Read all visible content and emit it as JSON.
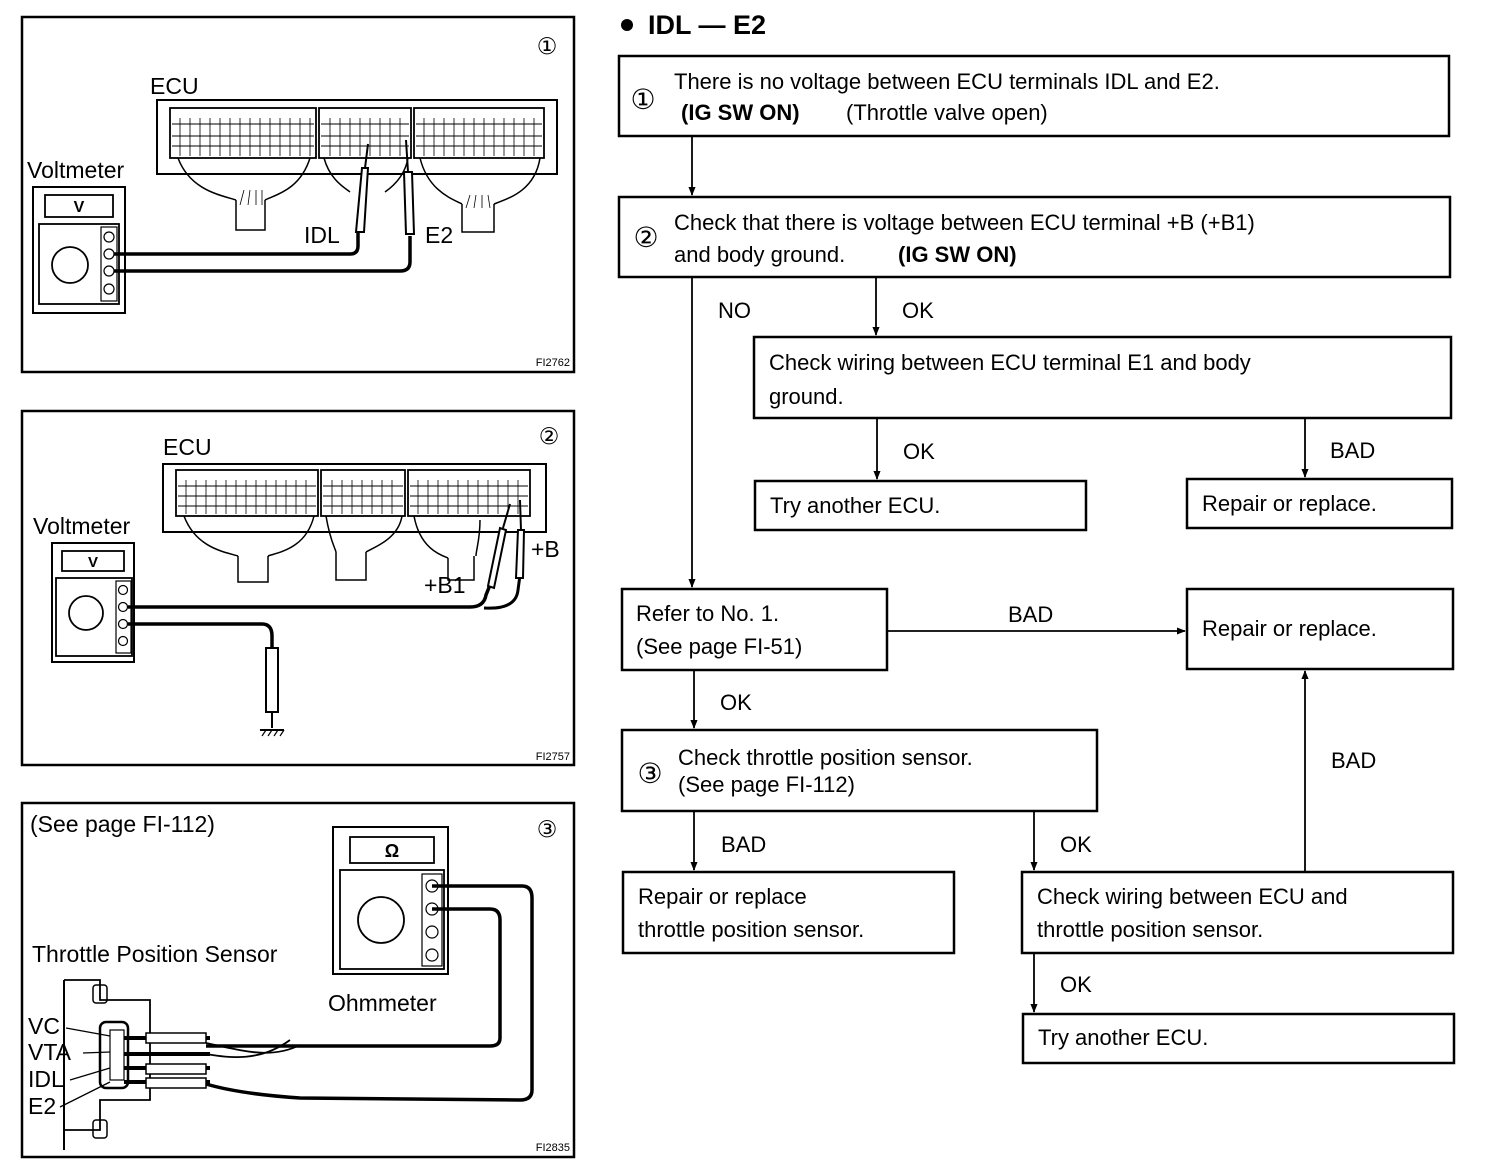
{
  "heading": "IDL — E2",
  "panels": [
    {
      "number": "①",
      "figure_id": "FI2762",
      "labels": {
        "ecu": "ECU",
        "meter": "Voltmeter",
        "meter_symbol": "V",
        "probe_a": "IDL",
        "probe_b": "E2"
      }
    },
    {
      "number": "②",
      "figure_id": "FI2757",
      "labels": {
        "ecu": "ECU",
        "meter": "Voltmeter",
        "meter_symbol": "V",
        "probe_a": "+B1",
        "probe_b": "+B"
      }
    },
    {
      "number": "③",
      "figure_id": "FI2835",
      "labels": {
        "ref": "(See page FI-112)",
        "sensor": "Throttle Position Sensor",
        "meter": "Ohmmeter",
        "meter_symbol": "Ω",
        "terminals": [
          "VC",
          "VTA",
          "IDL",
          "E2"
        ]
      }
    }
  ],
  "flow": {
    "step1": {
      "number": "①",
      "line1": "There is no voltage between ECU terminals IDL and E2.",
      "cond_bold": "(IG SW ON)",
      "cond_rest": "(Throttle valve open)"
    },
    "step2": {
      "number": "②",
      "line1": "Check that there is voltage between ECU terminal +B (+B1)",
      "line2_plain": "and body ground.",
      "line2_bold": "(IG SW ON)"
    },
    "check_e1": {
      "line1": "Check wiring between ECU terminal E1 and body",
      "line2": "ground."
    },
    "try_ecu_1": "Try another ECU.",
    "repair_1": "Repair or replace.",
    "refer": {
      "line1": "Refer to No. 1.",
      "line2": "(See page FI-51)"
    },
    "repair_2": "Repair or replace.",
    "step3": {
      "number": "③",
      "line1": "Check throttle position sensor.",
      "line2": "(See page FI-112)"
    },
    "repair_tps": {
      "line1": "Repair or replace",
      "line2": "throttle position sensor."
    },
    "check_wiring_tps": {
      "line1": "Check wiring between ECU and",
      "line2": "throttle position sensor."
    },
    "try_ecu_2": "Try another ECU.",
    "edges": {
      "no": "NO",
      "ok_step2": "OK",
      "ok_e1": "OK",
      "bad_e1": "BAD",
      "bad_refer": "BAD",
      "ok_refer": "OK",
      "bad_right": "BAD",
      "bad_step3": "BAD",
      "ok_step3": "OK",
      "ok_wiring": "OK"
    }
  }
}
